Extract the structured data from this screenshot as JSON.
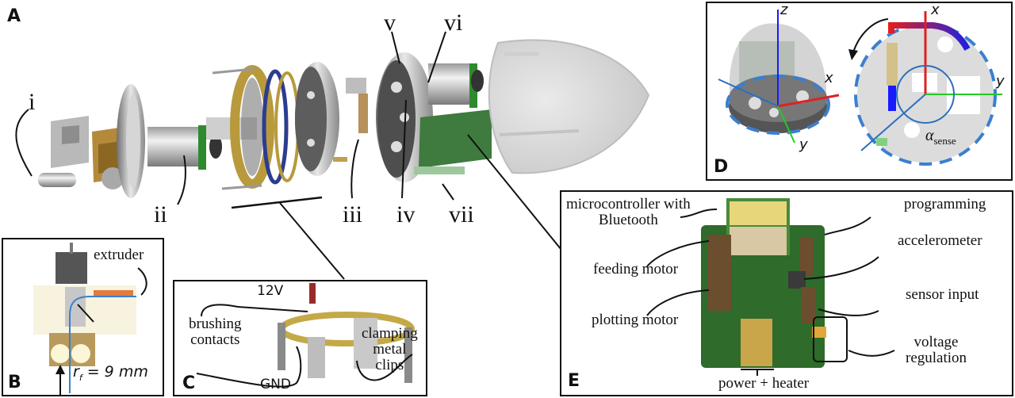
{
  "figure": {
    "panels": {
      "A": {
        "letter": "A",
        "component_labels": [
          "i",
          "ii",
          "iii",
          "iv",
          "v",
          "vi",
          "vii"
        ]
      },
      "B": {
        "letter": "B",
        "extruder_label": "extruder",
        "radius_label_symbol": "r",
        "radius_label_sub": "f",
        "radius_label_value": " = 9 mm"
      },
      "C": {
        "letter": "C",
        "voltage_label": "12V",
        "ground_label": "GND",
        "brushing_label_line1": "brushing",
        "brushing_label_line2": "contacts",
        "clips_label_line1": "clamping",
        "clips_label_line2": "metal",
        "clips_label_line3": "clips"
      },
      "D": {
        "letter": "D",
        "left_axes": {
          "z": "z",
          "x": "x",
          "y": "y"
        },
        "right_axes": {
          "x": "x",
          "y": "y"
        },
        "angle_symbol": "α",
        "angle_sub": "sense",
        "axis_colors": {
          "x": "#e02020",
          "y": "#22cc22",
          "z": "#1a1aff",
          "sensor": "#2a6fbf"
        }
      },
      "E": {
        "letter": "E",
        "labels": {
          "microcontroller_line1": "microcontroller with",
          "microcontroller_line2": "Bluetooth",
          "feeding_motor": "feeding motor",
          "plotting_motor": "plotting motor",
          "programming": "programming",
          "accelerometer": "accelerometer",
          "sensor_input": "sensor input",
          "voltage_line1": "voltage",
          "voltage_line2": "regulation",
          "power_heater": "power + heater"
        }
      }
    }
  }
}
